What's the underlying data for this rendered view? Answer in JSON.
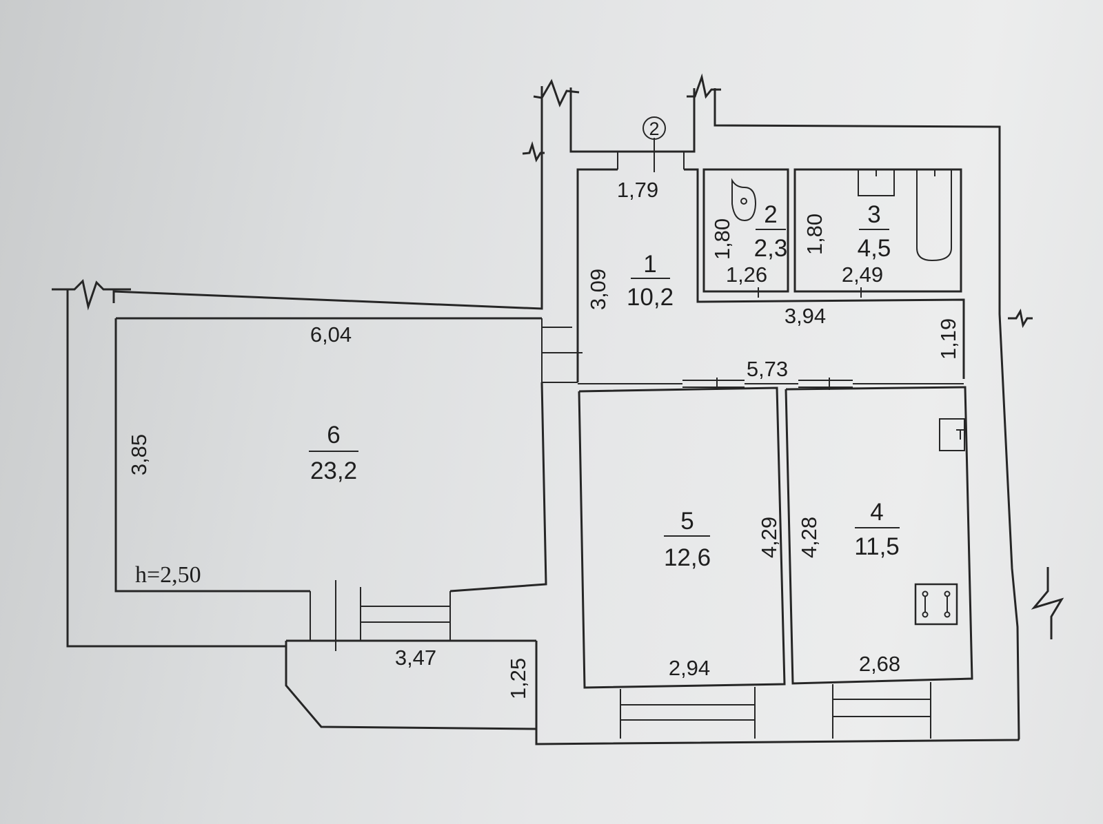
{
  "plan": {
    "marker": "2",
    "height_note": "h=2,50",
    "rooms": [
      {
        "number": "1",
        "area": "10,2"
      },
      {
        "number": "2",
        "area": "2,3"
      },
      {
        "number": "3",
        "area": "4,5"
      },
      {
        "number": "4",
        "area": "11,5"
      },
      {
        "number": "5",
        "area": "12,6"
      },
      {
        "number": "6",
        "area": "23,2"
      }
    ],
    "dims": {
      "r1_width": "1,79",
      "r1_length": "3,09",
      "r2_length": "1,80",
      "r2_width": "1,26",
      "r3_length": "1,80",
      "r3_width": "2,49",
      "corridor_upper": "3,94",
      "corridor_depth": "1,19",
      "corridor_lower": "5,73",
      "r6_width": "6,04",
      "r6_length": "3,85",
      "r5_length": "4,29",
      "r5_width": "2,94",
      "r4_length": "4,28",
      "r4_width": "2,68",
      "balcony_width": "3,47",
      "balcony_depth": "1,25"
    }
  }
}
